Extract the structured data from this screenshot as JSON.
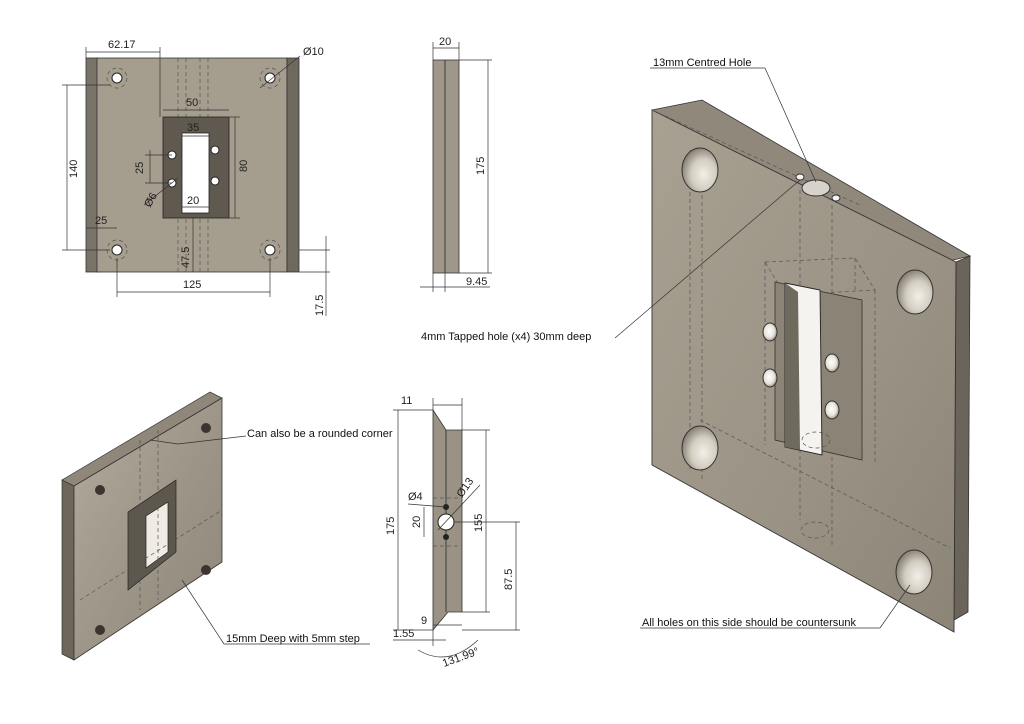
{
  "front_view": {
    "width_offset": "62.17",
    "hole_dia": "Ø10",
    "pocket_width": "50",
    "slot_width": "35",
    "slot_height": "80",
    "tap_spacing": "25",
    "tap_dia": "Ø6",
    "slot_bottom": "20",
    "height": "140",
    "hole_inset": "25",
    "slot_offset": "47.5",
    "hole_spacing": "125",
    "bottom_offset": "17.5"
  },
  "side_view": {
    "thickness": "20",
    "height": "175",
    "step": "9.45"
  },
  "section_view": {
    "top_thickness": "11",
    "height": "175",
    "small_hole": "Ø4",
    "center_hole": "Ø13",
    "hole_spacing": "20",
    "inner_height": "155",
    "center_height": "87.5",
    "bottom_thickness": "9",
    "edge": "1.55",
    "angle": "131.99°"
  },
  "notes": {
    "centred_hole": "13mm Centred Hole",
    "tapped_hole": "4mm Tapped hole (x4) 30mm deep",
    "rounded_corner": "Can also be a rounded corner",
    "deep_step": "15mm Deep with 5mm step",
    "countersunk": "All holes on this side should be countersunk"
  },
  "colors": {
    "metal_face": "#a59d8e",
    "metal_dark": "#7f786c",
    "metal_light": "#c4bdb0",
    "line": "#333333"
  }
}
